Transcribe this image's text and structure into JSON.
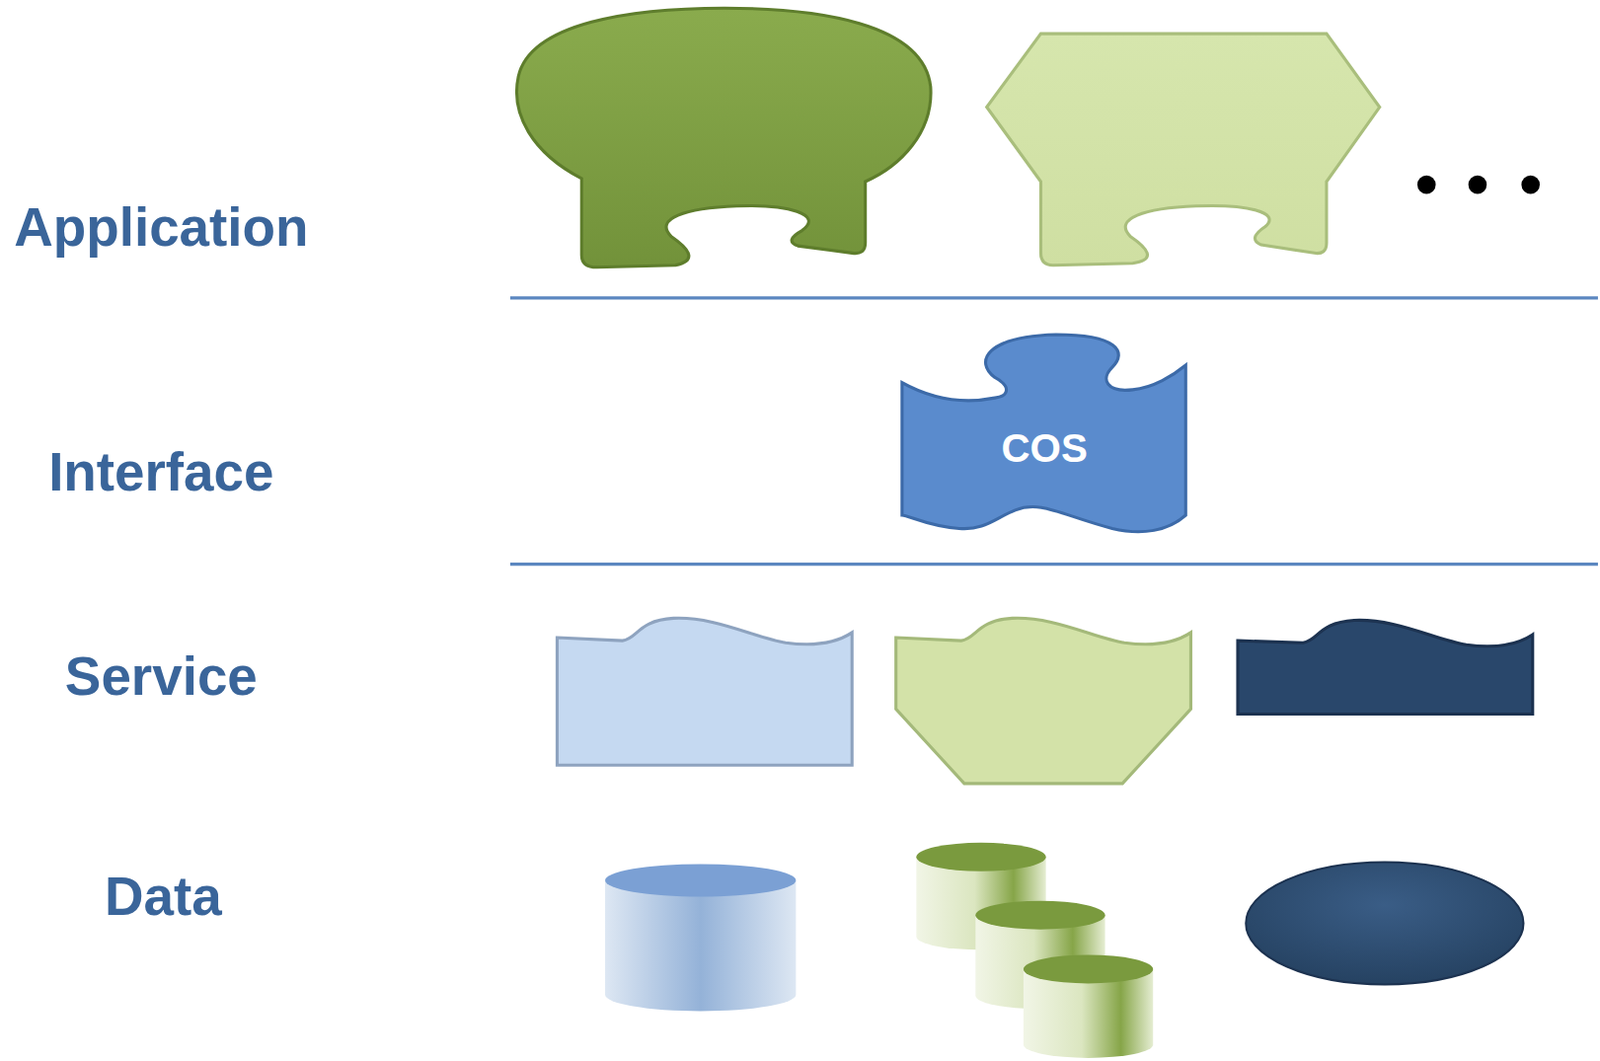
{
  "diagram": {
    "nodes": [
      {
        "text": [
          "COS"
        ]
      }
    ],
    "labels": [
      "Application",
      "Interface",
      "Service",
      "Data"
    ]
  }
}
